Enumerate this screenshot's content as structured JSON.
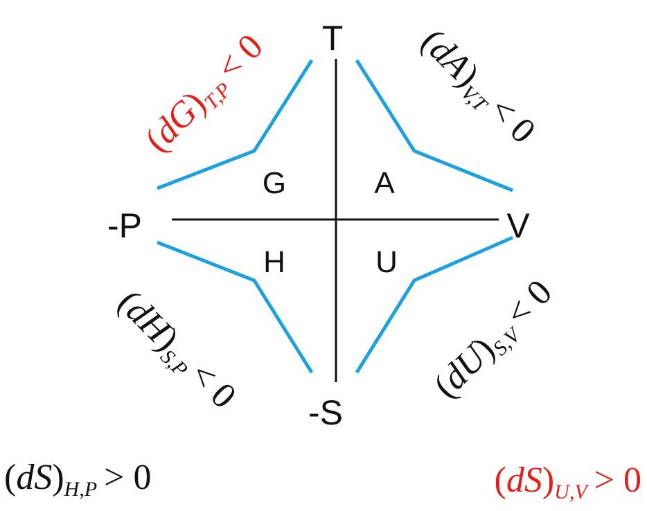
{
  "colors": {
    "accent": "#1ea0dc",
    "highlight": "#e0201b",
    "text": "#111111"
  },
  "corners": {
    "top": "T",
    "left": "-P",
    "right": "V",
    "bottom": "-S"
  },
  "quadrants": {
    "top_left": "G",
    "top_right": "A",
    "bottom_left": "H",
    "bottom_right": "U"
  },
  "relations": {
    "dG": {
      "fn": "dG",
      "sub": "T,P",
      "rel": "< 0",
      "color": "#e0201b"
    },
    "dA": {
      "fn": "dA",
      "sub": "V,T",
      "rel": "< 0",
      "color": "#111111"
    },
    "dH": {
      "fn": "dH",
      "sub": "S,P",
      "rel": "< 0",
      "color": "#111111"
    },
    "dU": {
      "fn": "dU",
      "sub": "S,V",
      "rel": "< 0",
      "color": "#111111"
    },
    "dS_HP": {
      "fn": "dS",
      "sub": "H,P",
      "rel": "> 0",
      "color": "#111111"
    },
    "dS_UV": {
      "fn": "dS",
      "sub": "U,V",
      "rel": "> 0",
      "color": "#e0201b"
    }
  }
}
